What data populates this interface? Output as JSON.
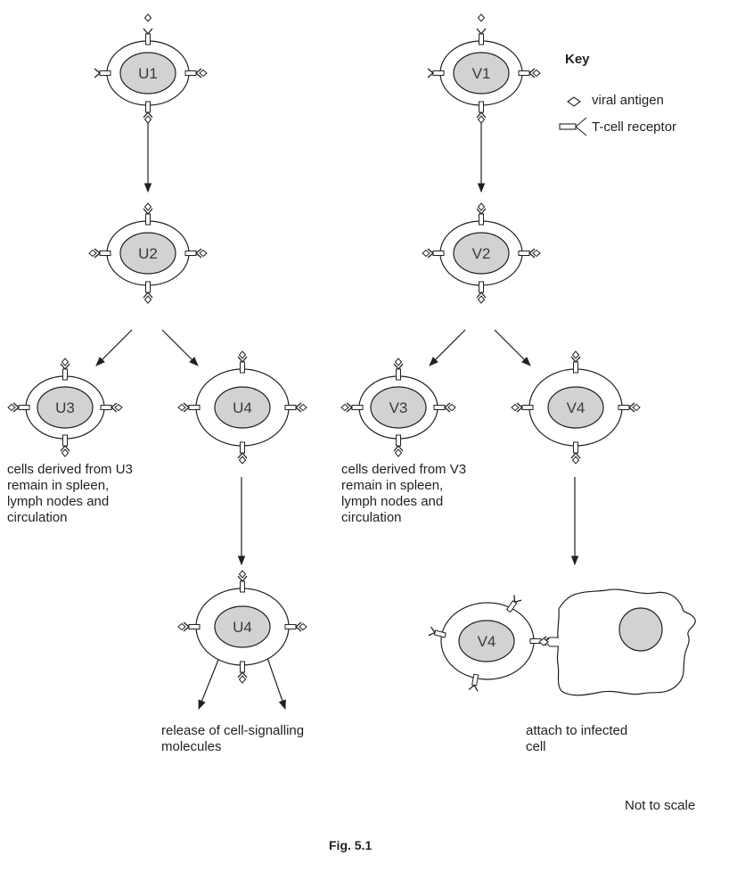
{
  "figure": {
    "caption": "Fig. 5.1",
    "scale_note": "Not to scale"
  },
  "key": {
    "title": "Key",
    "items": [
      {
        "icon": "viral-antigen-icon",
        "label": "viral antigen"
      },
      {
        "icon": "t-cell-receptor-icon",
        "label": "T-cell receptor"
      }
    ]
  },
  "cells": {
    "u1": {
      "label": "U1"
    },
    "u2": {
      "label": "U2"
    },
    "u3": {
      "label": "U3"
    },
    "u4": {
      "label": "U4"
    },
    "u4b": {
      "label": "U4"
    },
    "v1": {
      "label": "V1"
    },
    "v2": {
      "label": "V2"
    },
    "v3": {
      "label": "V3"
    },
    "v4": {
      "label": "V4"
    },
    "v4b": {
      "label": "V4"
    }
  },
  "annotations": {
    "u3_fate": [
      "cells derived from U3",
      "remain in spleen,",
      "lymph nodes and",
      "circulation"
    ],
    "v3_fate": [
      "cells derived from V3",
      "remain in spleen,",
      "lymph nodes and",
      "circulation"
    ],
    "u4_fate": [
      "release of cell-signalling",
      "molecules"
    ],
    "v4_fate": [
      "attach to infected",
      "cell"
    ]
  },
  "colors": {
    "nucleus_fill": "#d1d2d4",
    "line": "#231f20"
  }
}
